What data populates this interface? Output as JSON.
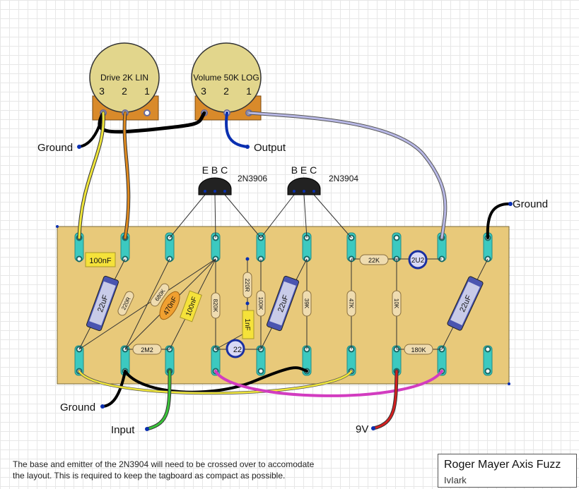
{
  "pots": [
    {
      "label": "Drive 2K LIN",
      "pins": [
        "3",
        "2",
        "1"
      ]
    },
    {
      "label": "Volume 50K LOG",
      "pins": [
        "3",
        "2",
        "1"
      ]
    }
  ],
  "transistors": [
    {
      "pins": "E B C",
      "part": "2N3906"
    },
    {
      "pins": "B E C",
      "part": "2N3904"
    }
  ],
  "wire_labels": {
    "ground_top": "Ground",
    "output": "Output",
    "ground_right": "Ground",
    "ground_bottom": "Ground",
    "input": "Input",
    "nine_v": "9V"
  },
  "components": {
    "c_100nf_top": "100nF",
    "res_22k": "22K",
    "elec_2u2": "2U2",
    "elec_22uf_left": "22uF",
    "res_220r_a": "220R",
    "res_680k": "680K",
    "cap_470nf": "470nF",
    "cap_100nf": "100nF",
    "res_820k": "820K",
    "res_220r_b": "220R",
    "cap_1nf": "1nF",
    "res_100k": "100K",
    "elec_22uf_mid": "22uF",
    "res_39k": "39K",
    "res_47k": "47K",
    "res_10k": "10K",
    "elec_22uf_right": "22uF",
    "res_2m2": "2M2",
    "elec_22": "22",
    "res_180k": "180K"
  },
  "footnote": [
    "The base and emitter of the 2N3904 will need to be crossed over to accomodate",
    "the layout.  This is required to keep the tagboard as compact as possible."
  ],
  "title": "Roger Mayer Axis Fuzz",
  "author": "IvIark",
  "colors": {
    "board": "#e8c97a",
    "tag": "#3cc9c0",
    "pot_body": "#e2d68c",
    "pot_base": "#d98a2a",
    "wire_yellow": "#f0e63a",
    "wire_orange": "#e08a1e",
    "wire_lavender": "#b8b8e6",
    "wire_magenta": "#d23cc0",
    "wire_red": "#d32020",
    "wire_green": "#3ac33a",
    "wire_blue": "#0a2fb0"
  }
}
